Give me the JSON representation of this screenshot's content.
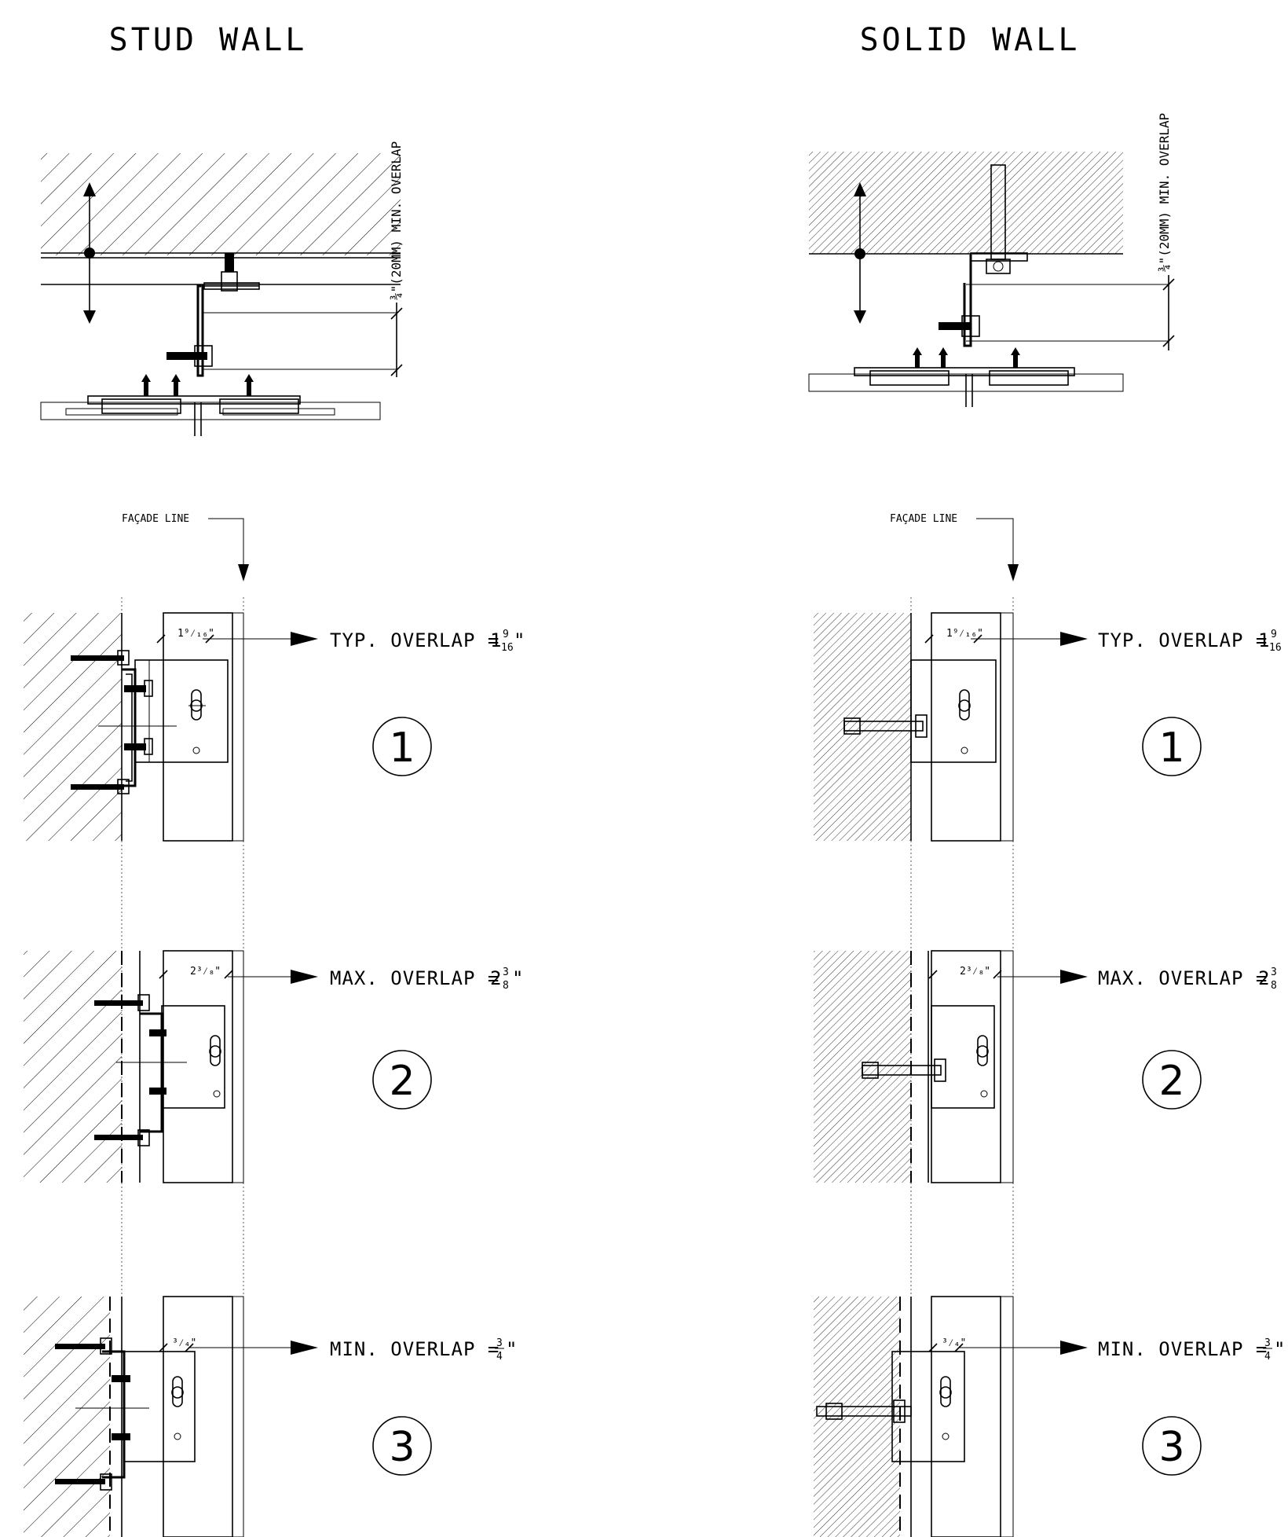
{
  "titles": {
    "left": "STUD WALL",
    "right": "SOLID WALL"
  },
  "plan": {
    "overlap_note": "¾\"(20MM) MIN. OVERLAP"
  },
  "facade_label": "FAÇADE LINE",
  "details": [
    {
      "number": "1",
      "label": "TYP. OVERLAP =",
      "value_whole": "1",
      "value_num": "9",
      "value_den": "16",
      "dim_left": "1⁹⁄₁₆\"",
      "dim_right": "1⁹⁄₁₆\""
    },
    {
      "number": "2",
      "label": "MAX. OVERLAP =",
      "value_whole": "2",
      "value_num": "3",
      "value_den": "8",
      "dim_left": "2³⁄₈\"",
      "dim_right": "2³⁄₈\""
    },
    {
      "number": "3",
      "label": "MIN. OVERLAP =",
      "value_whole": "",
      "value_num": "3",
      "value_den": "4",
      "dim_left": "³⁄₄\"",
      "dim_right": "³⁄₄\""
    }
  ]
}
